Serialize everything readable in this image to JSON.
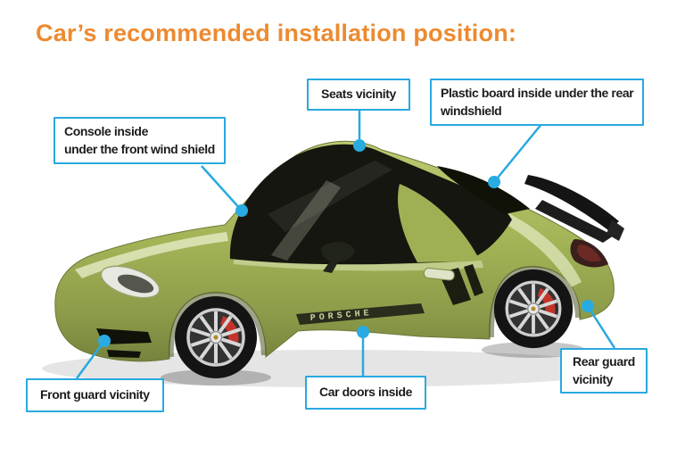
{
  "title": "Car’s recommended installation position:",
  "colors": {
    "title_orange": "#ED8A30",
    "callout_border_blue": "#29A9E0",
    "marker_dot_blue": "#29ABE2",
    "car_body_green": "#A3B457"
  },
  "car": {
    "side_badge": "PORSCHE"
  },
  "callouts": {
    "seats": {
      "line1": "Seats vicinity"
    },
    "plastic_board": {
      "line1": "Plastic board inside under the rear",
      "line2": "windshield"
    },
    "console": {
      "line1": "Console inside",
      "line2": "under the front wind shield"
    },
    "front_guard": {
      "line1": "Front guard vicinity"
    },
    "car_doors": {
      "line1": "Car doors inside"
    },
    "rear_guard": {
      "line1": "Rear guard",
      "line2": "vicinity"
    }
  }
}
